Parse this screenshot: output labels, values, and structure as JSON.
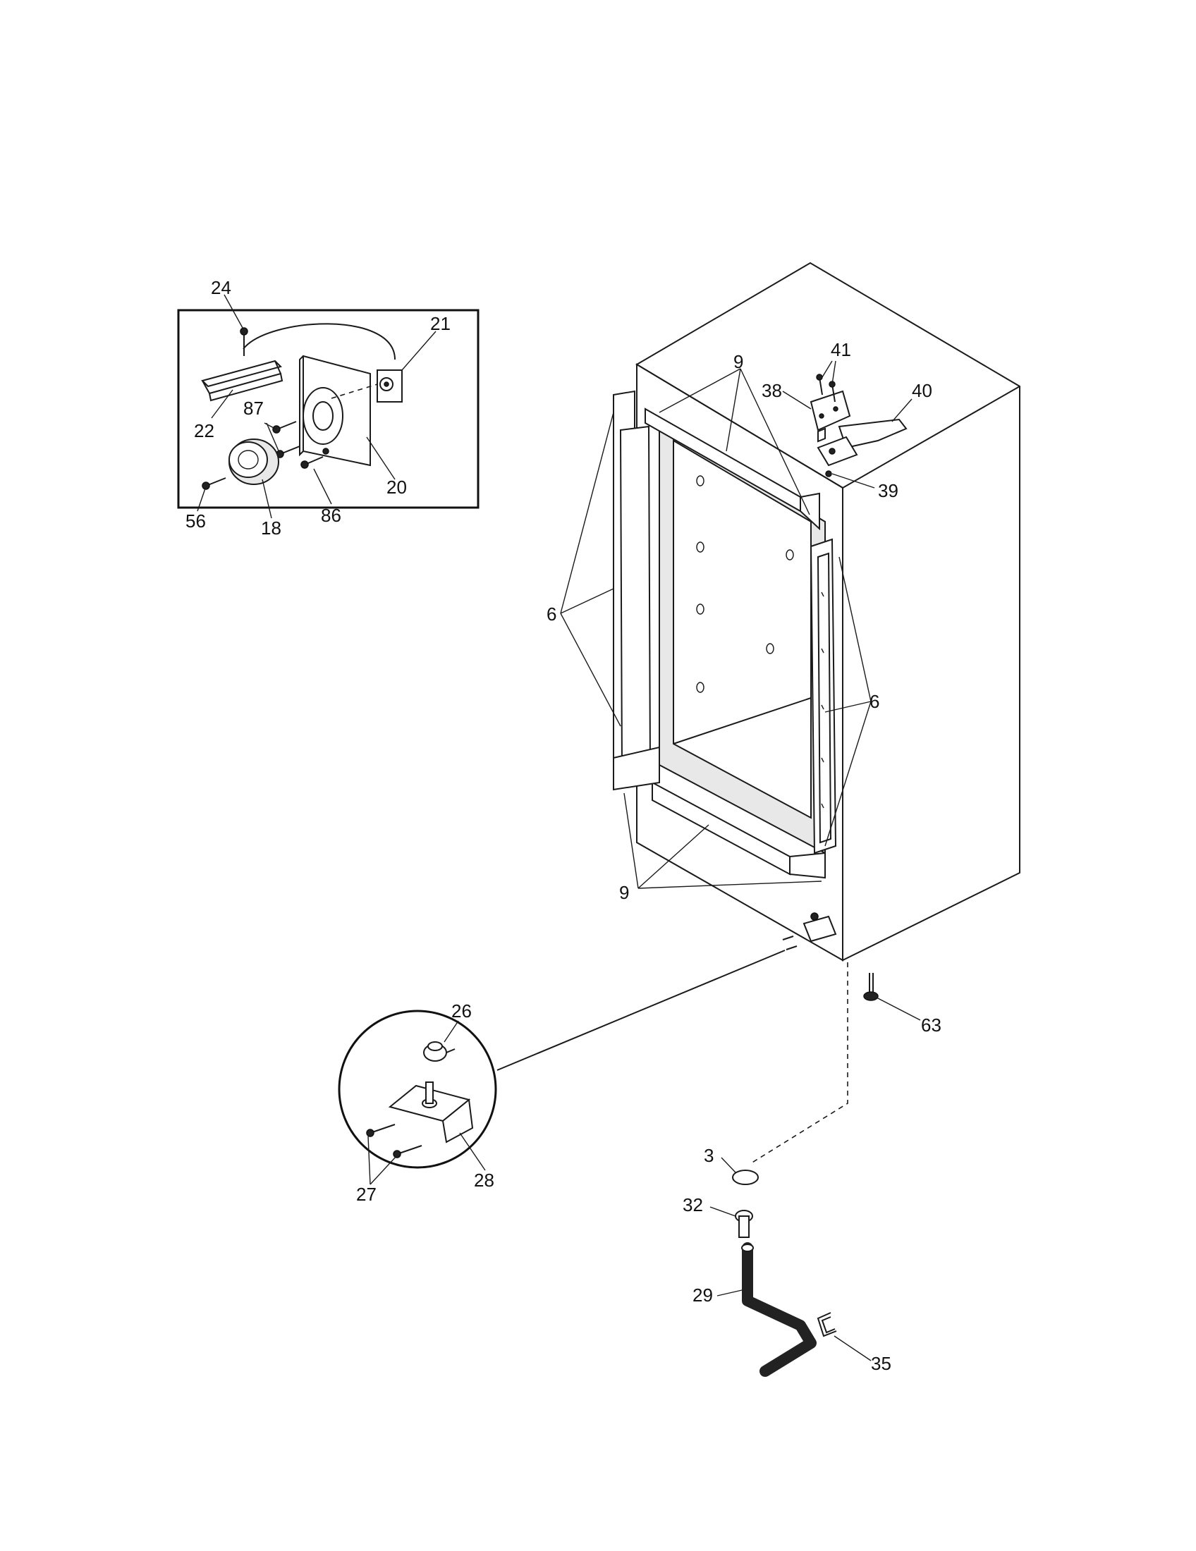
{
  "diagram": {
    "callouts": {
      "c24": "24",
      "c21": "21",
      "c22": "22",
      "c87": "87",
      "c20": "20",
      "c56": "56",
      "c18": "18",
      "c86": "86",
      "c9_top": "9",
      "c41": "41",
      "c38": "38",
      "c40": "40",
      "c39": "39",
      "c6_left": "6",
      "c6_right": "6",
      "c9_bottom": "9",
      "c63": "63",
      "c26": "26",
      "c27": "27",
      "c28": "28",
      "c3": "3",
      "c32": "32",
      "c29": "29",
      "c35": "35"
    }
  }
}
